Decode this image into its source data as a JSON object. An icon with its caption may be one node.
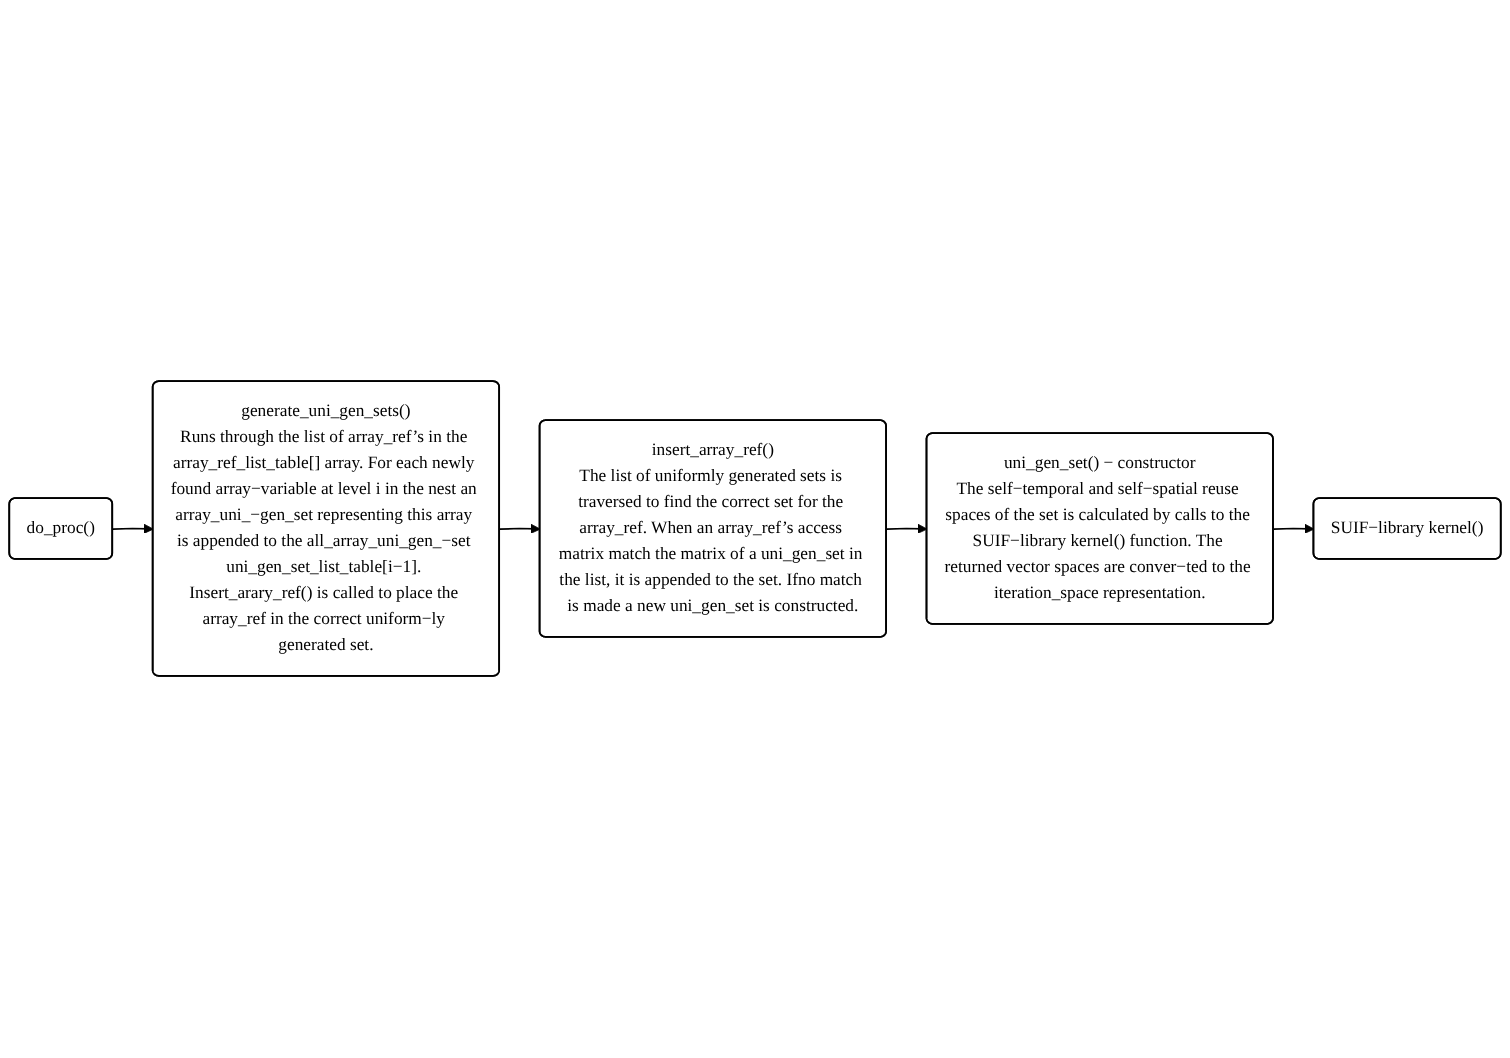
{
  "diagram": {
    "nodes": [
      {
        "text": [
          "do_proc()"
        ]
      },
      {
        "text": [
          "generate_uni_gen_sets()",
          "Runs through the list of array_ref’s in the array_ref_list_table[] array. For each newly found array−variable at level i in the nest an array_uni_−gen_set representing this array is appended to the all_array_uni_gen_−set uni_gen_set_list_table[i−1]. Insert_arary_ref() is called to place the array_ref in the correct uniform−ly generated set."
        ]
      },
      {
        "text": [
          "insert_array_ref()",
          "The list of uniformly generated sets is traversed to find the correct set for the array_ref. When an array_ref’s access matrix match the matrix of a uni_gen_set in the list, it is appended to the set. Ifno match is made a new uni_gen_set is constructed."
        ]
      },
      {
        "text": [
          "uni_gen_set() − constructor",
          "The self−temporal and self−spatial reuse spaces of the set is calculated by calls to the SUIF−library kernel() function. The returned vector spaces are conver−ted to the iteration_space representation."
        ]
      },
      {
        "text": [
          "SUIF−library kernel()"
        ]
      }
    ],
    "edges": [
      {
        "from": 0,
        "to": 1,
        "arrow": "to"
      },
      {
        "from": 1,
        "to": 2,
        "arrow": "to"
      },
      {
        "from": 2,
        "to": 3,
        "arrow": "to"
      },
      {
        "from": 3,
        "to": 4,
        "arrow": "to"
      }
    ]
  }
}
